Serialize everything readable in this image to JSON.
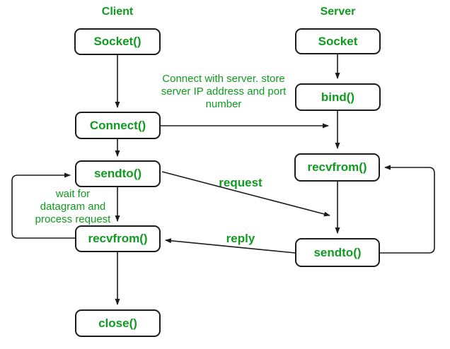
{
  "colors": {
    "accent_green": "#0f9b1f",
    "line": "#1c1c1c",
    "node_fill": "#ffffff",
    "background": "#ffffff"
  },
  "client": {
    "header": "Client",
    "boxes": [
      {
        "id": "socket",
        "label": "Socket()"
      },
      {
        "id": "connect",
        "label": "Connect()"
      },
      {
        "id": "sendto",
        "label": "sendto()"
      },
      {
        "id": "recvfrom",
        "label": "recvfrom()"
      },
      {
        "id": "close",
        "label": "close()"
      }
    ]
  },
  "server": {
    "header": "Server",
    "boxes": [
      {
        "id": "socket",
        "label": "Socket"
      },
      {
        "id": "bind",
        "label": "bind()"
      },
      {
        "id": "recvfrom",
        "label": "recvfrom()"
      },
      {
        "id": "sendto",
        "label": "sendto()"
      }
    ]
  },
  "annotations": {
    "connect_note": "Connect with server. store\nserver IP address and port\nnumber",
    "wait_note": "wait for\ndatagram and\nprocess request",
    "request_label": "request",
    "reply_label": "reply"
  },
  "edges": [
    {
      "from": "client.socket",
      "to": "client.connect"
    },
    {
      "from": "client.connect",
      "to": "client.sendto"
    },
    {
      "from": "client.sendto",
      "to": "client.recvfrom",
      "note": "wait for datagram and process request"
    },
    {
      "from": "client.recvfrom",
      "to": "client.close"
    },
    {
      "from": "client.recvfrom",
      "to": "client.sendto",
      "type": "loop-back"
    },
    {
      "from": "server.socket",
      "to": "server.bind"
    },
    {
      "from": "server.bind",
      "to": "server.recvfrom"
    },
    {
      "from": "server.recvfrom",
      "to": "server.sendto"
    },
    {
      "from": "server.sendto",
      "to": "server.recvfrom",
      "type": "loop-back"
    },
    {
      "from": "client.connect",
      "to": "server.bind-recvfrom-line",
      "note": "Connect with server. store server IP address and port number"
    },
    {
      "from": "client.sendto",
      "to": "server.recvfrom",
      "label": "request"
    },
    {
      "from": "server.sendto",
      "to": "client.recvfrom",
      "label": "reply"
    }
  ]
}
